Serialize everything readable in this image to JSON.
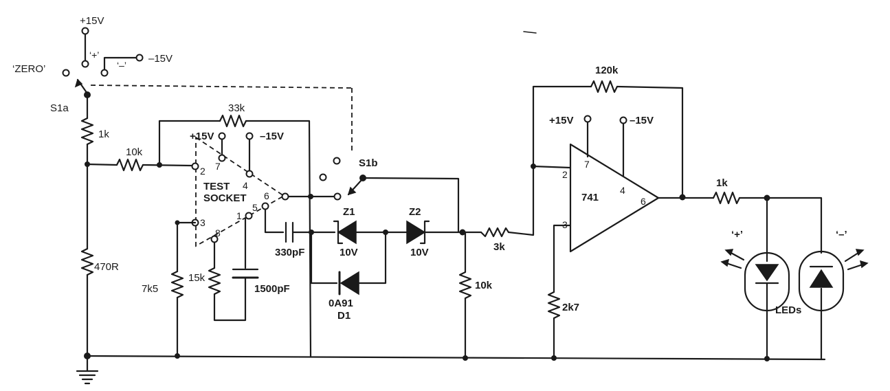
{
  "supply": {
    "top_pos": "+15V",
    "top_neg": "–15V",
    "sw_plus": "‘+’",
    "sw_minus": "‘–’",
    "zero": "‘ZERO’",
    "s1a": "S1a",
    "s1b": "S1b"
  },
  "resistors": {
    "r_1k_left": "1k",
    "r_10k_in": "10k",
    "r_33k": "33k",
    "r_470r": "470R",
    "r_7k5": "7k5",
    "r_15k": "15k",
    "r_10k_out": "10k",
    "r_3k": "3k",
    "r_2k7": "2k7",
    "r_120k": "120k",
    "r_1k_led": "1k"
  },
  "capacitors": {
    "c_330pf": "330pF",
    "c_1500pf": "1500pF"
  },
  "socket": {
    "title1": "TEST",
    "title2": "SOCKET",
    "pos": "+15V",
    "neg": "–15V",
    "pins": [
      "1",
      "2",
      "3",
      "4",
      "5",
      "6",
      "7",
      "8"
    ]
  },
  "diodes": {
    "z1": "Z1",
    "z1_v": "10V",
    "z2": "Z2",
    "z2_v": "10V",
    "d1_part": "0A91",
    "d1": "D1"
  },
  "opamp": {
    "name": "741",
    "pos": "+15V",
    "neg": "–15V",
    "pin2": "2",
    "pin3": "3",
    "pin4": "4",
    "pin6": "6",
    "pin7": "7"
  },
  "leds": {
    "plus": "‘+’",
    "minus": "‘–’",
    "label": "LEDs"
  }
}
